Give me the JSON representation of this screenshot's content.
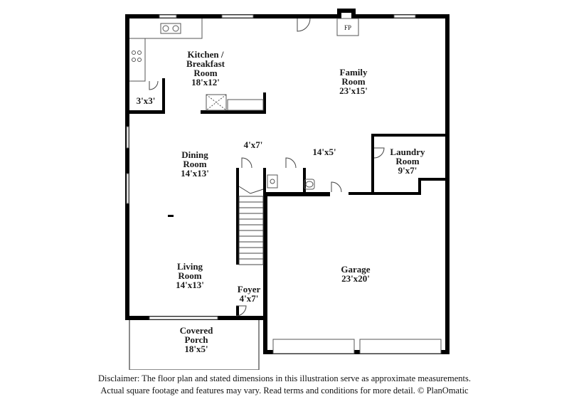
{
  "rooms": {
    "kitchen": {
      "name_line1": "Kitchen /",
      "name_line2": "Breakfast",
      "name_line3": "Room",
      "dims": "18'x12'"
    },
    "family": {
      "name_line1": "Family",
      "name_line2": "Room",
      "dims": "23'x15'"
    },
    "closet_small": {
      "dims": "3'x3'"
    },
    "closet_4x7": {
      "dims": "4'x7'"
    },
    "hall_14x5": {
      "dims": "14'x5'"
    },
    "laundry": {
      "name_line1": "Laundry",
      "name_line2": "Room",
      "dims": "9'x7'"
    },
    "dining": {
      "name_line1": "Dining",
      "name_line2": "Room",
      "dims": "14'x13'"
    },
    "living": {
      "name_line1": "Living",
      "name_line2": "Room",
      "dims": "14'x13'"
    },
    "foyer": {
      "name_line1": "Foyer",
      "dims": "4'x7'"
    },
    "garage": {
      "name_line1": "Garage",
      "dims": "23'x20'"
    },
    "porch": {
      "name_line1": "Covered",
      "name_line2": "Porch",
      "dims": "18'x5'"
    }
  },
  "fixtures": {
    "fireplace": "FP"
  },
  "disclaimer": {
    "line1": "Disclaimer: The floor plan and stated dimensions in this illustration serve as approximate measurements.",
    "line2": "Actual square footage and features may vary. Read terms and conditions for more detail. © PlanOmatic"
  }
}
